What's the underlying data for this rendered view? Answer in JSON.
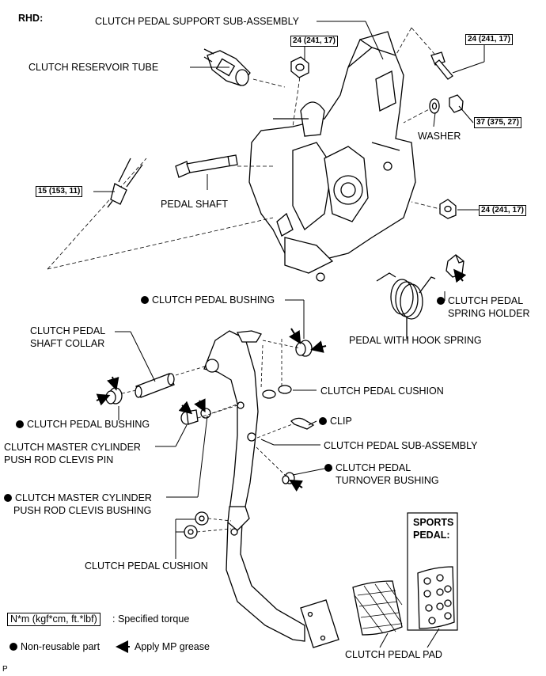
{
  "region": "RHD:",
  "labels": {
    "support": "CLUTCH PEDAL SUPPORT SUB-ASSEMBLY",
    "reservoir_tube": "CLUTCH RESERVOIR TUBE",
    "washer": "WASHER",
    "pedal_shaft": "PEDAL SHAFT",
    "bushing_top": "CLUTCH PEDAL BUSHING",
    "spring_holder_1": "CLUTCH PEDAL",
    "spring_holder_2": "SPRING HOLDER",
    "hook_spring": "PEDAL WITH HOOK SPRING",
    "shaft_collar_1": "CLUTCH PEDAL",
    "shaft_collar_2": "SHAFT COLLAR",
    "cushion_top": "CLUTCH PEDAL CUSHION",
    "bushing_left": "CLUTCH PEDAL BUSHING",
    "clip": "CLIP",
    "clevis_pin_1": "CLUTCH MASTER CYLINDER",
    "clevis_pin_2": "PUSH ROD CLEVIS PIN",
    "sub_assembly": "CLUTCH PEDAL SUB-ASSEMBLY",
    "turnover_1": "CLUTCH PEDAL",
    "turnover_2": "TURNOVER BUSHING",
    "clevis_bushing_1": "CLUTCH MASTER CYLINDER",
    "clevis_bushing_2": "PUSH ROD CLEVIS BUSHING",
    "cushion_bottom": "CLUTCH PEDAL CUSHION",
    "pad": "CLUTCH PEDAL PAD",
    "sports_1": "SPORTS",
    "sports_2": "PEDAL:"
  },
  "torques": {
    "t1": "24 (241, 17)",
    "t2": "24 (241, 17)",
    "t3": "37 (375, 27)",
    "t4": "15 (153, 11)",
    "t5": "24 (241, 17)"
  },
  "legend": {
    "torque_box": "N*m (kgf*cm, ft.*lbf)",
    "torque_text": ": Specified torque",
    "nonreusable": "Non-reusable part",
    "grease": "Apply MP grease"
  },
  "footer_code": "P"
}
